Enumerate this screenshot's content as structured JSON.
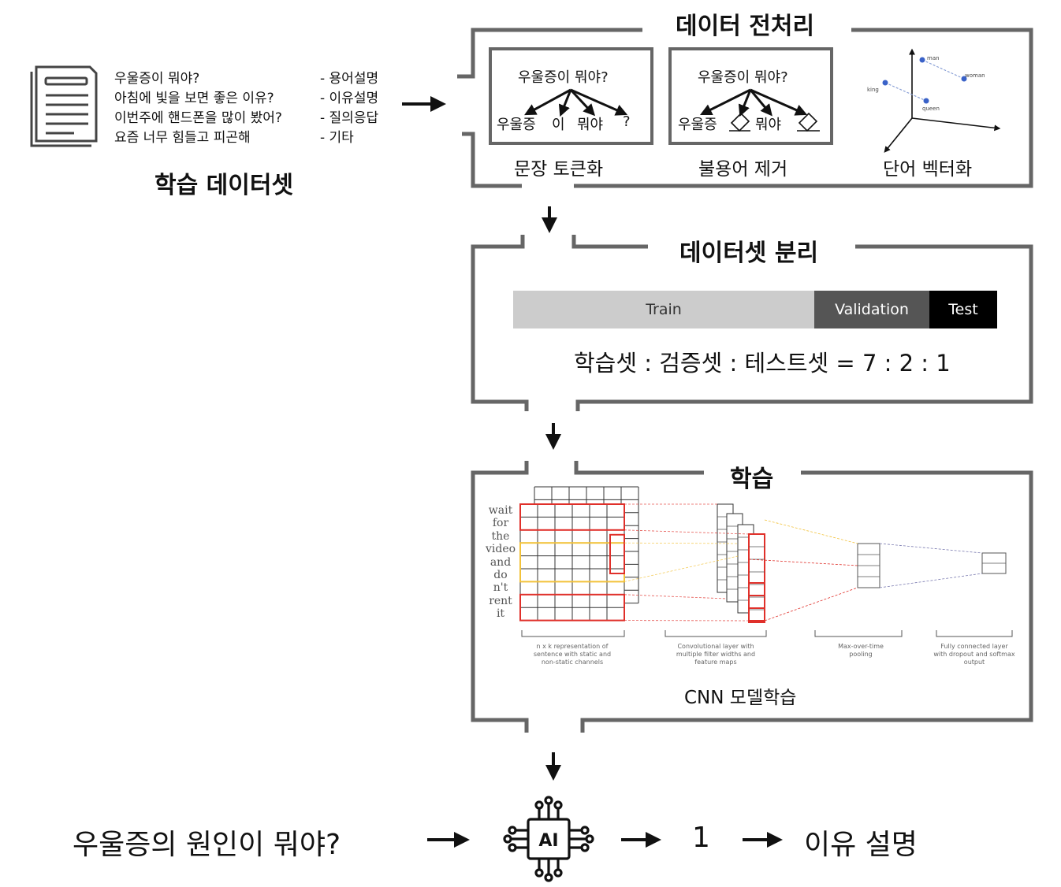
{
  "dataset": {
    "title": "학습 데이터셋",
    "questions": [
      "우울증이 뭐야?",
      "아침에 빛을 보면 좋은 이유?",
      "이번주에 핸드폰을 많이 봤어?",
      "요즘 너무 힘들고 피곤해"
    ],
    "categories": [
      "- 용어설명",
      "- 이유설명",
      "- 질의응답",
      "- 기타"
    ],
    "icon": "document-icon"
  },
  "preprocess": {
    "title": "데이터 전처리",
    "tokenize": {
      "sentence": "우울증이 뭐야?",
      "tokens": [
        "우울증",
        "이",
        "뭐야",
        "?"
      ],
      "caption": "문장 토큰화"
    },
    "stopword": {
      "sentence": "우울증이 뭐야?",
      "tokens": [
        "우울증",
        "뭐야"
      ],
      "caption": "불용어 제거",
      "eraser_icon": "eraser-icon"
    },
    "vector": {
      "words": [
        "man",
        "woman",
        "king",
        "queen"
      ],
      "caption": "단어 벡터화"
    }
  },
  "split": {
    "title": "데이터셋 분리",
    "segments": [
      {
        "label": "Train",
        "ratio": 7,
        "bg": "#cccccc",
        "fg": "#333333"
      },
      {
        "label": "Validation",
        "ratio": 2,
        "bg": "#555555",
        "fg": "#ffffff"
      },
      {
        "label": "Test",
        "ratio": 1,
        "bg": "#000000",
        "fg": "#ffffff"
      }
    ],
    "ratio_text": "학습셋 : 검증셋 : 테스트셋 = 7 : 2 : 1"
  },
  "training": {
    "title": "학습",
    "words": [
      "wait",
      "for",
      "the",
      "video",
      "and",
      "do",
      "n't",
      "rent",
      "it"
    ],
    "stage_captions": [
      "n x k representation of sentence with static and non-static channels",
      "Convolutional layer with multiple filter widths and feature maps",
      "Max-over-time pooling",
      "Fully connected layer with dropout and softmax output"
    ],
    "caption": "CNN 모델학습"
  },
  "inference": {
    "question": "우울증의 원인이 뭐야?",
    "ai_label": "AI",
    "ai_icon": "ai-chip-icon",
    "result": "1",
    "output": "이유 설명"
  },
  "colors": {
    "frame": "#666666",
    "highlight_red": "#e0302a",
    "highlight_yellow": "#f2c23a",
    "vector_dot": "#3a62c8"
  }
}
